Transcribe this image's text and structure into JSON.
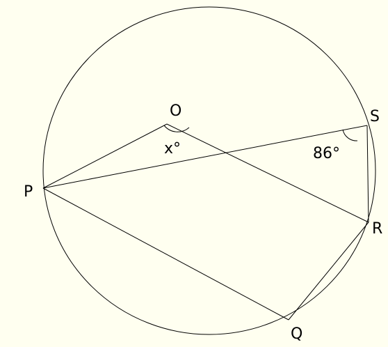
{
  "points": {
    "O": "O",
    "S": "S",
    "P": "P",
    "R": "R",
    "Q": "Q"
  },
  "angles": {
    "x": "x°",
    "s": "86°"
  },
  "colors": {
    "background": "#fffff0",
    "stroke": "#000000"
  }
}
